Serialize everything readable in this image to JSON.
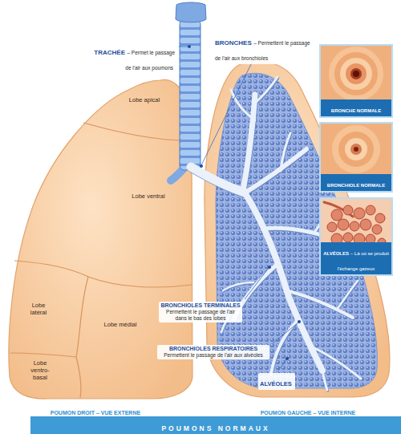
{
  "diagram": {
    "nodes": [
      {
        "text": [
          "BRONCHE NORMALE"
        ]
      },
      {
        "text": [
          "BRONCHIOLE NORMALE"
        ]
      },
      {
        "text": [
          "ALVÉOLES",
          "– Là où se produit l'échange gazeux"
        ]
      },
      {
        "text": [
          "POUMONS NORMAUX"
        ]
      }
    ],
    "labels": [
      "TRACHÉE",
      "– Permet le passage de l'air aux poumons",
      "BRONCHES",
      "– Permettent le passage de l'air aux bronchioles",
      "Lobe apical",
      "Lobe ventral",
      "Lobe latéral",
      "Lobe médial",
      "Lobe ventro-basal",
      "BRONCHIOLES TERMINALES",
      "Permettent le passage de l'air dans le bas des lobes",
      "BRONCHIOLES RESPIRATOIRES",
      "Permettent le passage de l'air aux alvéoles",
      "ALVÉOLES",
      "POUMON DROIT – VUE EXTERNE",
      "POUMON GAUCHE – VUE INTERNE"
    ]
  }
}
